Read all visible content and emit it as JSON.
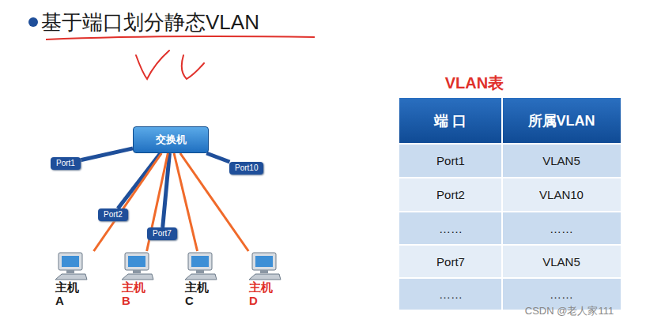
{
  "diagram": {
    "title": "基于端口划分静态VLAN",
    "nodes": [
      {
        "text": [
          "交换机"
        ]
      },
      {
        "text": [
          "Port1"
        ]
      },
      {
        "text": [
          "Port2"
        ]
      },
      {
        "text": [
          "Port7"
        ]
      },
      {
        "text": [
          "Port10"
        ]
      },
      {
        "text": [
          "主机 A"
        ]
      },
      {
        "text": [
          "主机 B"
        ]
      },
      {
        "text": [
          "主机 C"
        ]
      },
      {
        "text": [
          "主机 D"
        ]
      }
    ],
    "edges": [
      {
        "from": 0,
        "to": 1,
        "arrow": "none"
      },
      {
        "from": 0,
        "to": 2,
        "arrow": "none"
      },
      {
        "from": 0,
        "to": 3,
        "arrow": "none"
      },
      {
        "from": 0,
        "to": 4,
        "arrow": "none"
      },
      {
        "from": 0,
        "to": 5,
        "arrow": "none"
      },
      {
        "from": 0,
        "to": 6,
        "arrow": "none"
      },
      {
        "from": 0,
        "to": 7,
        "arrow": "none"
      },
      {
        "from": 0,
        "to": 8,
        "arrow": "none"
      }
    ],
    "labels": [
      "VLAN表",
      "端 口",
      "所属VLAN",
      "Port1",
      "VLAN5",
      "Port2",
      "VLAN10",
      "……",
      "……",
      "Port7",
      "VLAN5",
      "……",
      "……",
      "CSDN @老人家111"
    ]
  }
}
